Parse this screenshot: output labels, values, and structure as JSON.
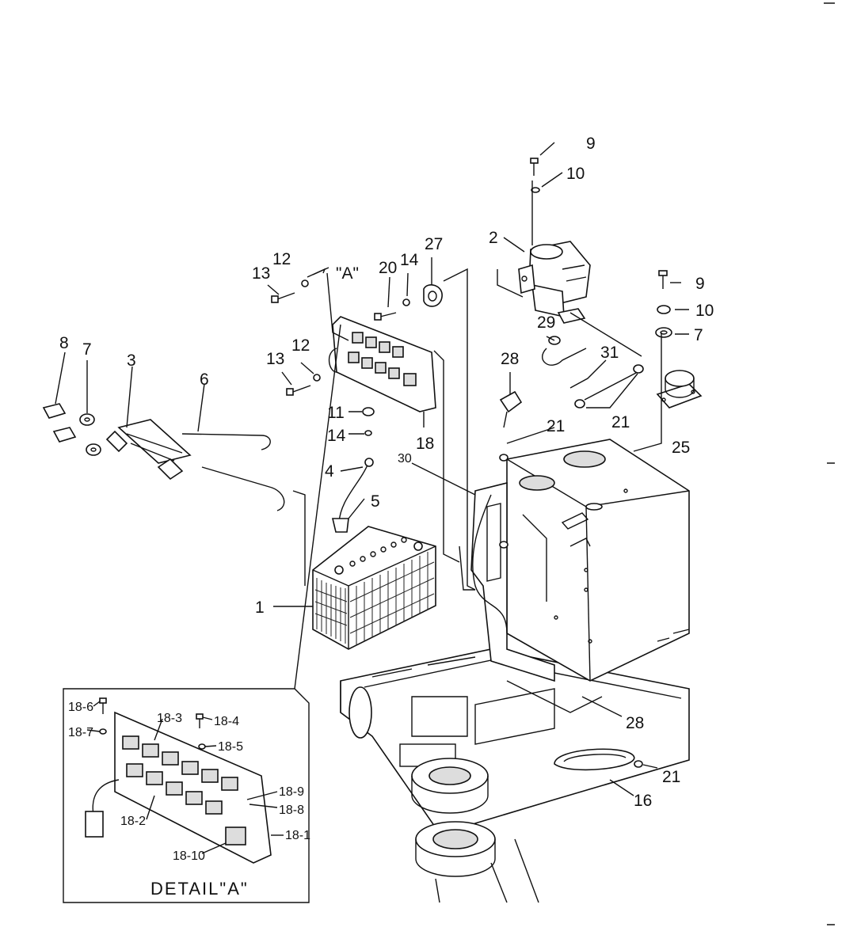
{
  "labels": {
    "p1": "1",
    "p2": "2",
    "p3": "3",
    "p4": "4",
    "p5": "5",
    "p6": "6",
    "p7a": "7",
    "p7b": "7",
    "p8": "8",
    "p9a": "9",
    "p9b": "9",
    "p10a": "10",
    "p10b": "10",
    "p11": "11",
    "p12a": "12",
    "p12b": "12",
    "p13a": "13",
    "p13b": "13",
    "p14a": "14",
    "p14b": "14",
    "p16": "16",
    "p18": "18",
    "p20": "20",
    "p21a": "21",
    "p21b": "21",
    "p21c": "21",
    "p25": "25",
    "p27": "27",
    "p28a": "28",
    "p28b": "28",
    "p29": "29",
    "p30": "30",
    "p31": "31",
    "callout_a": "\"A\""
  },
  "detail": {
    "title": "DETAIL\"A\"",
    "labels": {
      "d1": "18-1",
      "d2": "18-2",
      "d3": "18-3",
      "d4": "18-4",
      "d5": "18-5",
      "d6": "18-6",
      "d7": "18-7",
      "d8": "18-8",
      "d9": "18-9",
      "d10": "18-10"
    }
  }
}
